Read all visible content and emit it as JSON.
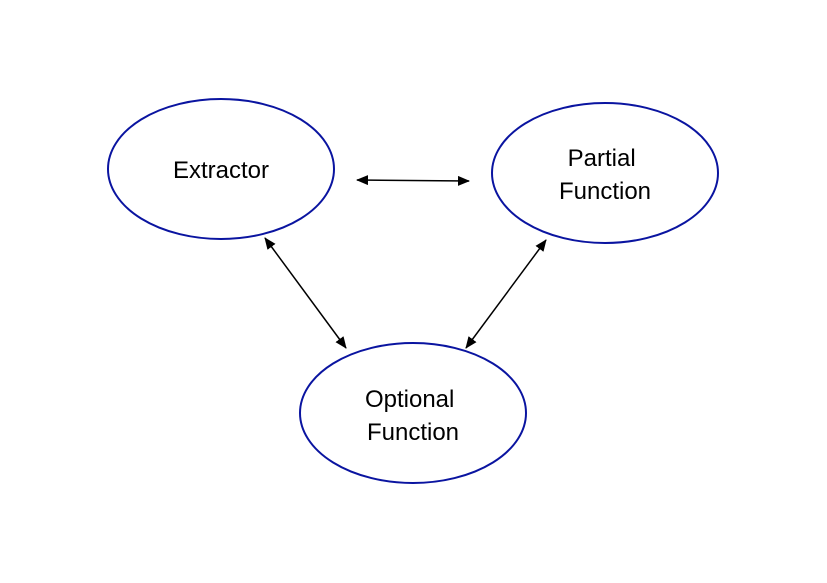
{
  "colors": {
    "node_stroke": "#0a14a0",
    "edge": "#000000",
    "text": "#000000"
  },
  "nodes": {
    "extractor": {
      "line1": "Extractor"
    },
    "partial_function": {
      "line1": "Partial",
      "line2": "Function"
    },
    "optional_function": {
      "line1": "Optional",
      "line2": "Function"
    }
  },
  "edges": [
    {
      "from": "extractor",
      "to": "partial_function",
      "bidirectional": true
    },
    {
      "from": "extractor",
      "to": "optional_function",
      "bidirectional": true
    },
    {
      "from": "partial_function",
      "to": "optional_function",
      "bidirectional": true
    }
  ]
}
